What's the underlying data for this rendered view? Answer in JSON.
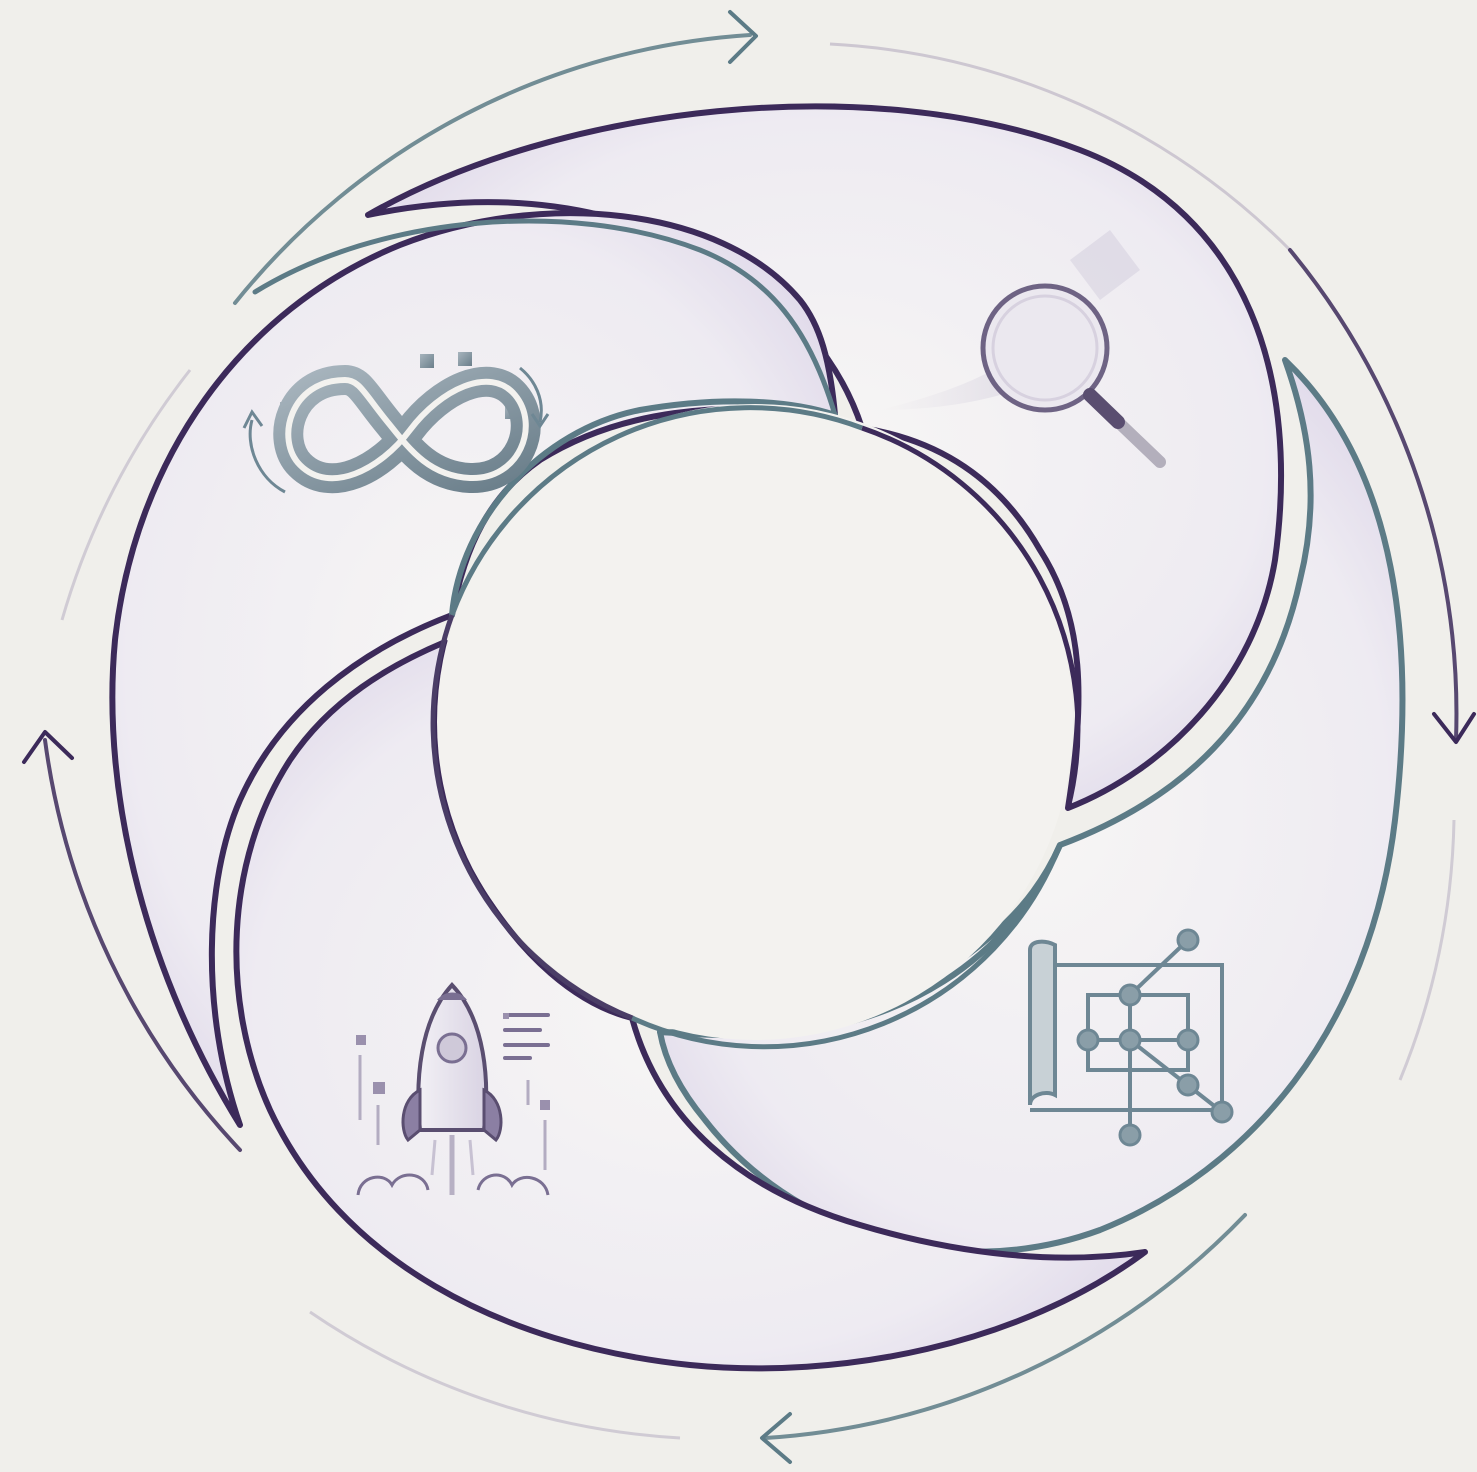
{
  "diagram": {
    "kind": "four-stage-cycle",
    "direction": "clockwise",
    "center_label": "",
    "colors": {
      "background": "#f0efeb",
      "purple": "#3c2a5a",
      "teal": "#5c7b86",
      "slate": "#6e8794",
      "tint": "#e6e2ee"
    },
    "stages": [
      {
        "id": "analyze",
        "icon": "magnifying-glass-icon",
        "outline_color": "#3c2a5a"
      },
      {
        "id": "design",
        "icon": "blueprint-network-icon",
        "outline_color": "#5c7b86"
      },
      {
        "id": "launch",
        "icon": "rocket-launch-icon",
        "outline_color": "#3c2a5a"
      },
      {
        "id": "iterate",
        "icon": "infinity-gears-icon",
        "outline_color": "#5c7b86"
      }
    ],
    "outer_arrows": [
      {
        "id": "top",
        "color": "#5c7b86"
      },
      {
        "id": "right",
        "color": "#3c2a5a"
      },
      {
        "id": "bottom",
        "color": "#5c7b86"
      },
      {
        "id": "left",
        "color": "#3c2a5a"
      }
    ]
  }
}
